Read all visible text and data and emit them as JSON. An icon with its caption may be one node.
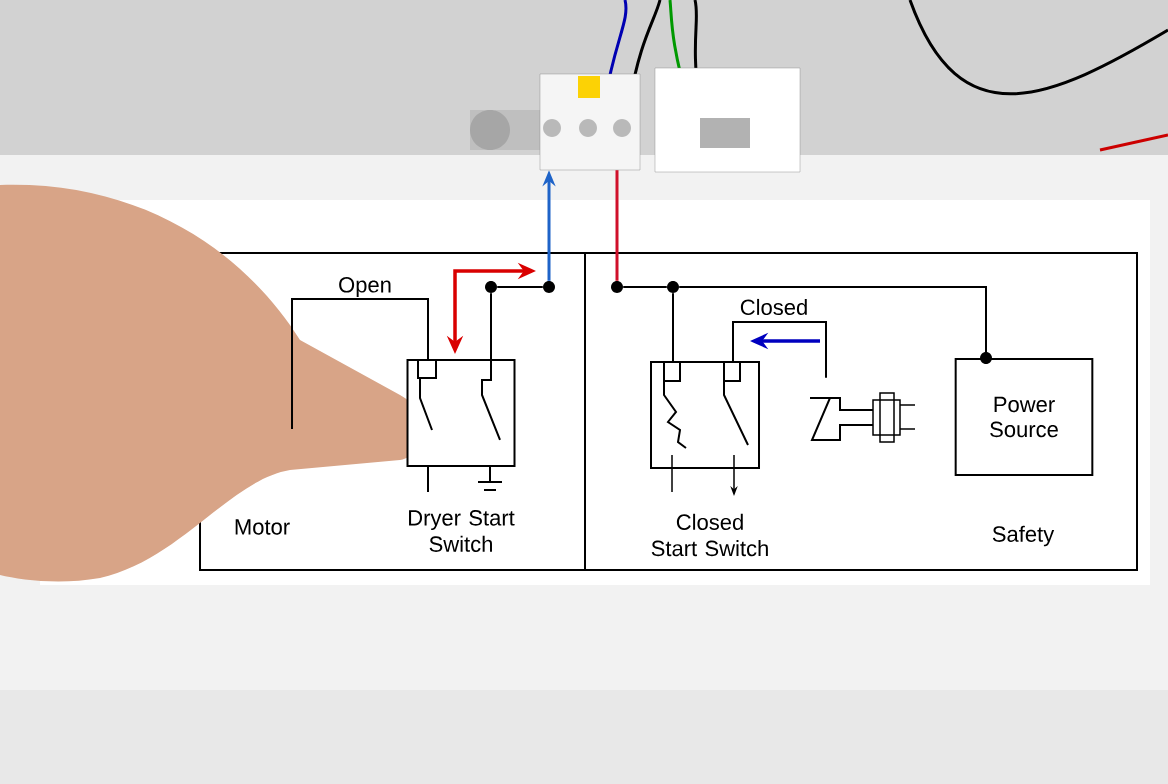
{
  "diagram": {
    "nodes": [
      {
        "text": [],
        "shape": "picture"
      },
      {
        "text": [],
        "shape": "circle"
      },
      {
        "text": [],
        "shape": "circle"
      },
      {
        "text": [],
        "shape": "circle"
      },
      {
        "text": [],
        "shape": "circle"
      },
      {
        "text": [],
        "shape": "box",
        "beside": [
          "Dryer Start Switch"
        ]
      },
      {
        "text": [],
        "shape": "box",
        "beside": [
          "Closed Start Switch"
        ]
      },
      {
        "text": [],
        "shape": "picture"
      },
      {
        "text": [
          "Power Source"
        ]
      }
    ],
    "edges": [
      {
        "from": 2,
        "to": 0,
        "arrow": "to",
        "color": "#1e63c8"
      },
      {
        "from": 3,
        "to": 0,
        "arrow": "none",
        "color": "#d0102a"
      },
      {
        "from": 1,
        "to": 2,
        "arrow": "none"
      },
      {
        "from": 1,
        "to": 5,
        "arrow": "none"
      },
      {
        "from": 3,
        "to": 4,
        "arrow": "none"
      },
      {
        "from": 4,
        "to": 6,
        "arrow": "none"
      },
      {
        "from": 4,
        "to": 8,
        "arrow": "none"
      },
      {
        "from": 6,
        "to": 7,
        "arrow": "none"
      },
      {
        "from": 5,
        "to": null,
        "arrow": "none"
      }
    ],
    "labels": [
      "Open",
      "Closed",
      "Motor",
      "Safety"
    ]
  }
}
